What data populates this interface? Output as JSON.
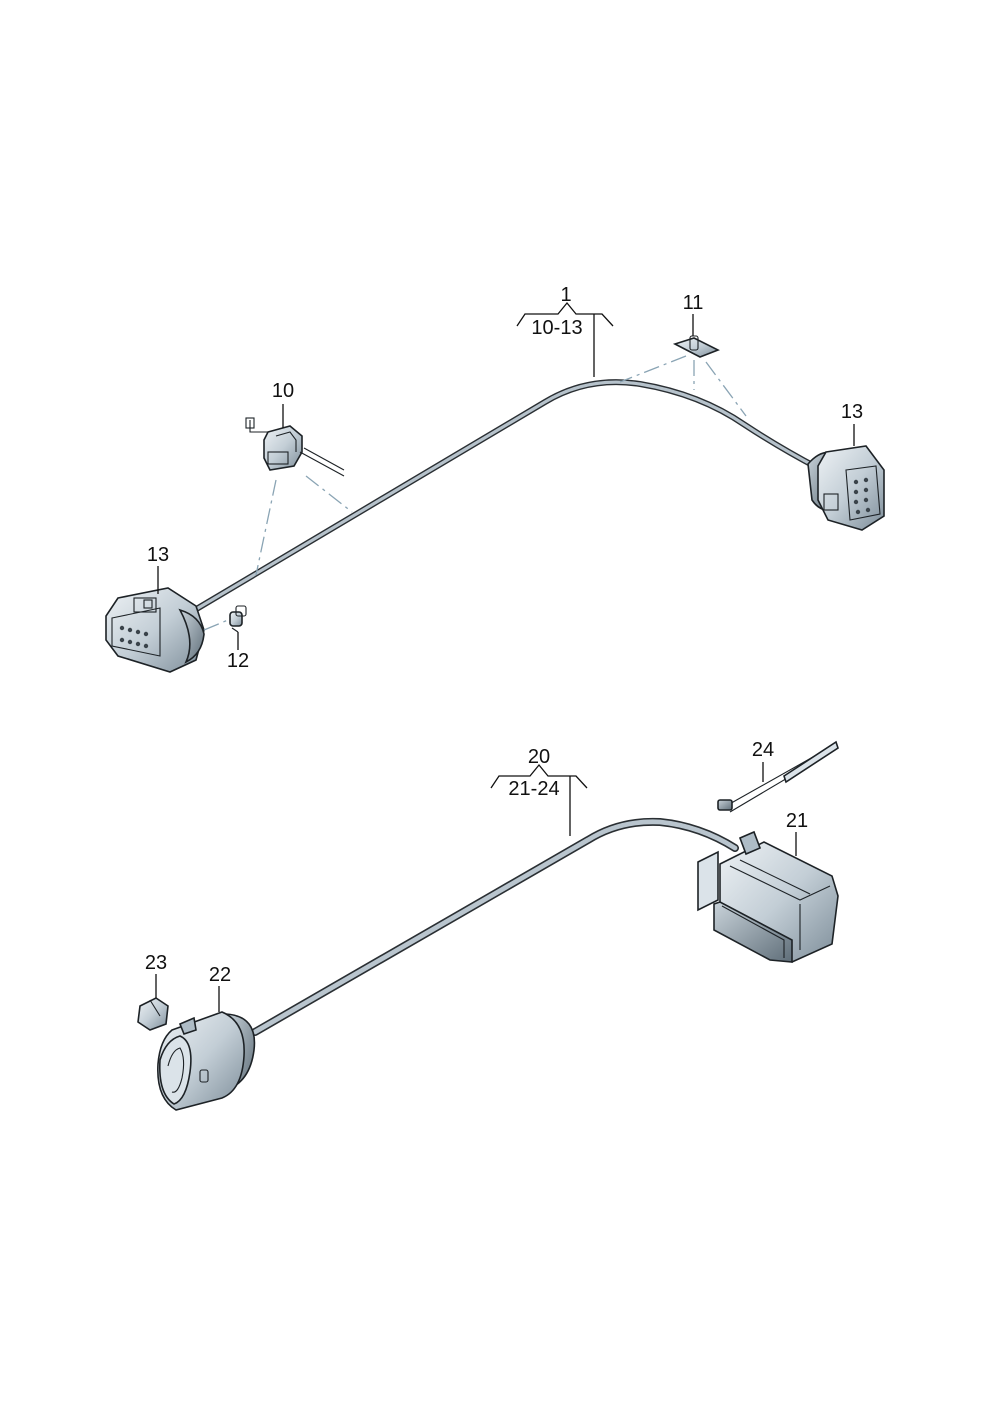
{
  "labels": {
    "harness_1": "1",
    "range_1": "10-13",
    "clip_10": "10",
    "clip_11": "11",
    "screw_12": "12",
    "connector_13_left": "13",
    "connector_13_right": "13",
    "harness_20": "20",
    "range_20": "21-24",
    "housing_21": "21",
    "connector_22": "22",
    "cap_23": "23",
    "tie_24": "24"
  },
  "colors": {
    "line": "#111111",
    "dash": "#8aa4b4",
    "part_light": "#dbe3e9",
    "part_mid": "#aebcc6",
    "part_dark": "#6f7f8b"
  }
}
